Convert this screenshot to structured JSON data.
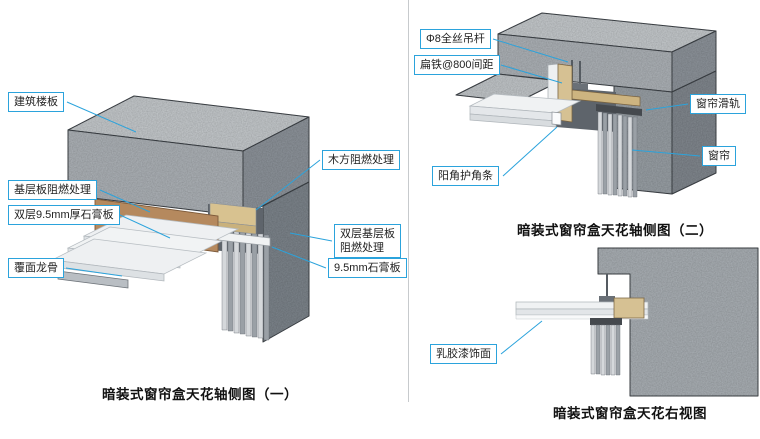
{
  "colors": {
    "accent": "#2ba3dc",
    "concrete": "#aab0b5",
    "wood": "#d6c193",
    "curtain": "#9aa0a6"
  },
  "diagram_left": {
    "caption": "暗装式窗帘盒天花轴侧图（一）",
    "labels": {
      "slab": "建筑楼板",
      "base_board": "基层板阻燃处理",
      "gypsum_double": "双层9.5mm厚石膏板",
      "furring": "覆面龙骨",
      "wood": "木方阻燃处理",
      "double_base": "双层基层板\n阻燃处理",
      "gypsum95": "9.5mm石膏板"
    }
  },
  "diagram_right_top": {
    "caption": "暗装式窗帘盒天花轴侧图（二）",
    "labels": {
      "hanger": "Φ8全丝吊杆",
      "flat_iron": "扁铁@800间距",
      "rail": "窗帘滑轨",
      "curtain": "窗帘",
      "corner_bead": "阳角护角条"
    }
  },
  "diagram_right_bottom": {
    "caption": "暗装式窗帘盒天花右视图",
    "labels": {
      "paint": "乳胶漆饰面"
    }
  }
}
